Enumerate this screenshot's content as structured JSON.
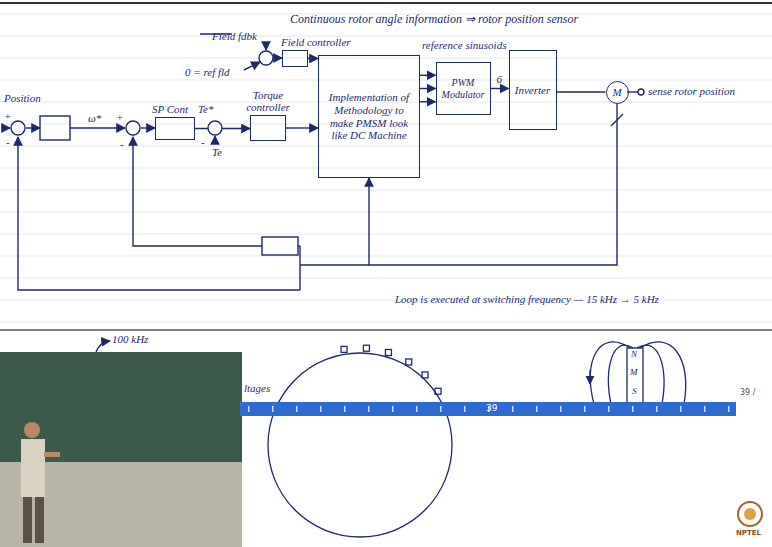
{
  "diagram": {
    "title": "Continuous rotor angle information ⇒ rotor position sensor",
    "nodes": [
      {
        "text": [
          "SP Cont"
        ]
      },
      {
        "text": [
          "Torque controller"
        ]
      },
      {
        "text": [
          "Field controller"
        ]
      },
      {
        "text": [
          "Implementation of Methodology to make PMSM look like DC Machine"
        ]
      },
      {
        "text": [
          "PWM Modulator"
        ]
      },
      {
        "text": [
          "Inverter"
        ]
      },
      {
        "text": [
          "M"
        ]
      }
    ],
    "edges": [
      {
        "from": 0,
        "to": 1,
        "arrow": "to"
      },
      {
        "from": 1,
        "to": 3,
        "arrow": "to"
      },
      {
        "from": 2,
        "to": 3,
        "arrow": "to"
      },
      {
        "from": 3,
        "to": 4,
        "arrow": "to"
      },
      {
        "from": 3,
        "to": 4,
        "arrow": "to"
      },
      {
        "from": 3,
        "to": 4,
        "arrow": "to"
      },
      {
        "from": 4,
        "to": 5,
        "label": "6",
        "arrow": "to"
      },
      {
        "from": 5,
        "to": 6,
        "arrow": "none"
      },
      {
        "from": 6,
        "to": 3,
        "arrow": "to"
      }
    ],
    "labels": [
      "Position",
      "+",
      "-",
      "ω*",
      "+",
      "-",
      "Te*",
      "-",
      "Te",
      "Field fdbk",
      "0 = ref fld",
      "reference sinusoids",
      "sense rotor position",
      "Loop is executed at switching frequency — 15 kHz → 5 kHz",
      "100 kHz",
      "ltages",
      "N",
      "M",
      "S",
      "39 /",
      "39",
      "NPTEL"
    ]
  }
}
